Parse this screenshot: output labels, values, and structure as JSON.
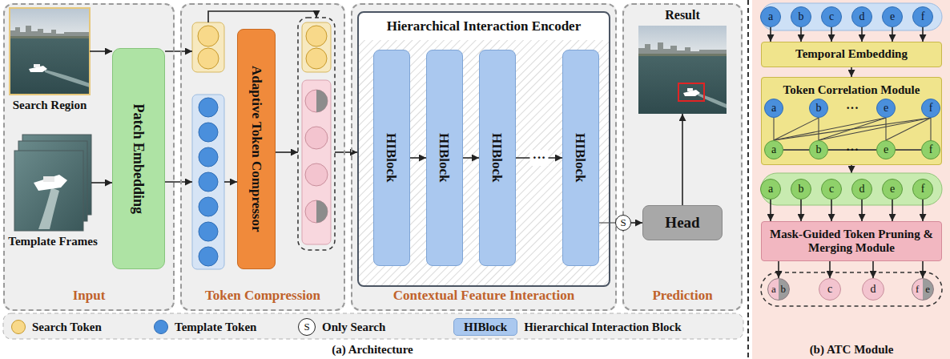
{
  "diagram": {
    "nodes": [
      {
        "text": [
          "Input"
        ]
      },
      {
        "text": [
          "Search Region"
        ],
        "in": 0
      },
      {
        "text": [
          "Template Frames"
        ],
        "in": 0
      },
      {
        "text": [
          "Patch Embedding"
        ],
        "in": 0
      },
      {
        "text": [
          "Token Compression"
        ]
      },
      {
        "text": [
          "Adaptive Token Compressor"
        ],
        "in": 4
      },
      {
        "text": [
          "Contextual Feature Interaction"
        ]
      },
      {
        "text": [
          "Hierarchical Interaction Encoder"
        ],
        "in": 6
      },
      {
        "text": [
          "HIBlock"
        ],
        "in": 7
      },
      {
        "text": [
          "HIBlock"
        ],
        "in": 7
      },
      {
        "text": [
          "HIBlock"
        ],
        "in": 7
      },
      {
        "text": [
          "HIBlock"
        ],
        "in": 7
      },
      {
        "text": [
          "Prediction"
        ]
      },
      {
        "text": [
          "Result"
        ],
        "in": 12
      },
      {
        "text": [
          "S"
        ],
        "in": 12
      },
      {
        "text": [
          "Head"
        ],
        "in": 12
      },
      {
        "text": [
          "a"
        ]
      },
      {
        "text": [
          "b"
        ]
      },
      {
        "text": [
          "c"
        ]
      },
      {
        "text": [
          "d"
        ]
      },
      {
        "text": [
          "e"
        ]
      },
      {
        "text": [
          "f"
        ]
      },
      {
        "text": [
          "Temporal Embedding"
        ]
      },
      {
        "text": [
          "Token Correlation Module"
        ]
      },
      {
        "text": [
          "a"
        ],
        "in": 23
      },
      {
        "text": [
          "b"
        ],
        "in": 23
      },
      {
        "text": [
          "e"
        ],
        "in": 23
      },
      {
        "text": [
          "f"
        ],
        "in": 23
      },
      {
        "text": [
          "a"
        ],
        "in": 23
      },
      {
        "text": [
          "b"
        ],
        "in": 23
      },
      {
        "text": [
          "e"
        ],
        "in": 23
      },
      {
        "text": [
          "f"
        ],
        "in": 23
      },
      {
        "text": [
          "a"
        ]
      },
      {
        "text": [
          "b"
        ]
      },
      {
        "text": [
          "c"
        ]
      },
      {
        "text": [
          "d"
        ]
      },
      {
        "text": [
          "e"
        ]
      },
      {
        "text": [
          "f"
        ]
      },
      {
        "text": [
          "Mask-Guided Token Pruning & Merging Module"
        ]
      },
      {
        "text": [
          "a",
          "b"
        ]
      },
      {
        "text": [
          "c"
        ]
      },
      {
        "text": [
          "d"
        ]
      },
      {
        "text": [
          "f",
          "e"
        ]
      }
    ],
    "edges": [
      {
        "from": 1,
        "to": 3,
        "arrow": "to"
      },
      {
        "from": 2,
        "to": 3,
        "arrow": "to"
      },
      {
        "from": 8,
        "to": 9,
        "arrow": "to"
      },
      {
        "from": 9,
        "to": 10,
        "arrow": "to"
      },
      {
        "from": 10,
        "to": 11,
        "arrow": "to",
        "label": "···"
      },
      {
        "from": 11,
        "to": 14,
        "arrow": "none"
      },
      {
        "from": 14,
        "to": 15,
        "arrow": "to"
      },
      {
        "from": 15,
        "to": 13,
        "arrow": "to"
      },
      {
        "from": 16,
        "to": 22,
        "arrow": "to"
      },
      {
        "from": 17,
        "to": 22,
        "arrow": "to"
      },
      {
        "from": 18,
        "to": 22,
        "arrow": "to"
      },
      {
        "from": 19,
        "to": 22,
        "arrow": "to"
      },
      {
        "from": 20,
        "to": 22,
        "arrow": "to"
      },
      {
        "from": 21,
        "to": 22,
        "arrow": "to"
      },
      {
        "from": 22,
        "to": 23,
        "arrow": "to"
      },
      {
        "from": 24,
        "to": 28,
        "arrow": "none"
      },
      {
        "from": 24,
        "to": 29,
        "arrow": "none"
      },
      {
        "from": 24,
        "to": 30,
        "arrow": "none"
      },
      {
        "from": 24,
        "to": 31,
        "arrow": "none"
      },
      {
        "from": 25,
        "to": 28,
        "arrow": "none"
      },
      {
        "from": 25,
        "to": 29,
        "arrow": "none"
      },
      {
        "from": 25,
        "to": 30,
        "arrow": "none"
      },
      {
        "from": 25,
        "to": 31,
        "arrow": "none"
      },
      {
        "from": 26,
        "to": 28,
        "arrow": "none"
      },
      {
        "from": 26,
        "to": 29,
        "arrow": "none"
      },
      {
        "from": 26,
        "to": 30,
        "arrow": "none"
      },
      {
        "from": 26,
        "to": 31,
        "arrow": "none"
      },
      {
        "from": 27,
        "to": 28,
        "arrow": "none"
      },
      {
        "from": 27,
        "to": 29,
        "arrow": "none"
      },
      {
        "from": 27,
        "to": 30,
        "arrow": "none"
      },
      {
        "from": 27,
        "to": 31,
        "arrow": "none"
      },
      {
        "from": 32,
        "to": 38,
        "arrow": "to"
      },
      {
        "from": 33,
        "to": 38,
        "arrow": "to"
      },
      {
        "from": 34,
        "to": 38,
        "arrow": "to"
      },
      {
        "from": 35,
        "to": 38,
        "arrow": "to"
      },
      {
        "from": 36,
        "to": 38,
        "arrow": "to"
      },
      {
        "from": 37,
        "to": 38,
        "arrow": "to"
      },
      {
        "from": 38,
        "to": 39,
        "arrow": "to"
      },
      {
        "from": 38,
        "to": 40,
        "arrow": "to"
      },
      {
        "from": 38,
        "to": 41,
        "arrow": "to"
      },
      {
        "from": 38,
        "to": 42,
        "arrow": "to"
      }
    ],
    "labels": [
      "(a) Architecture",
      "(b) ATC Module",
      "···",
      "···",
      "S",
      "HIBlock"
    ],
    "legend": [
      {
        "text": "Search Token",
        "color": "#f8d98a"
      },
      {
        "text": "Template Token",
        "color": "#4a8fdc"
      },
      {
        "text": "Only Search"
      },
      {
        "text": "Hierarchical Interaction Block",
        "color": "#aac8ef"
      }
    ]
  }
}
